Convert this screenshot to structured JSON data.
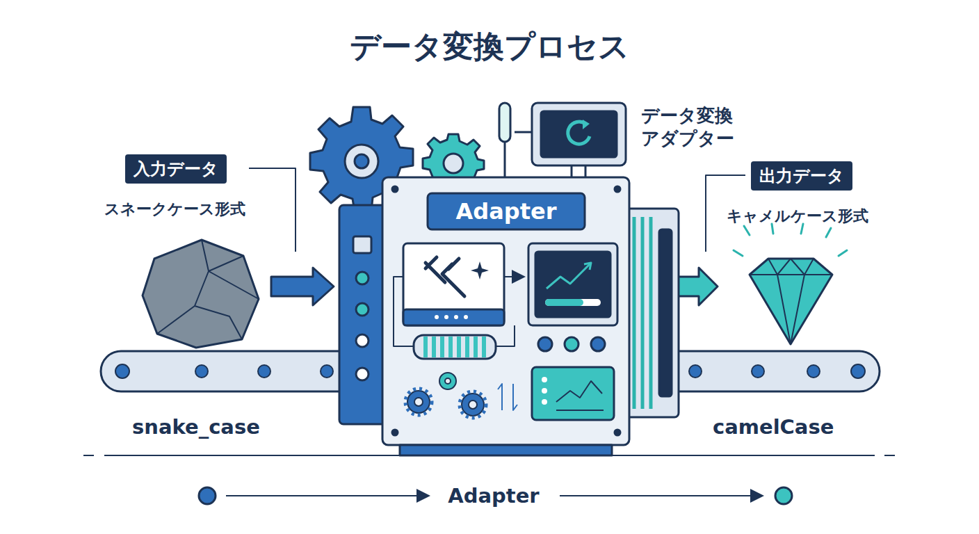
{
  "diagram": {
    "title": "データ変換プロセス",
    "nodes": [
      {
        "text": [
          "入力データ",
          "スネークケース形式"
        ]
      },
      {
        "text": [
          "Adapter"
        ]
      },
      {
        "text": [
          "出力データ",
          "キャメルケース形式"
        ]
      }
    ],
    "labels": [
      "データ変換 アダプター",
      "snake_case",
      "camelCase",
      "Adapter"
    ]
  }
}
